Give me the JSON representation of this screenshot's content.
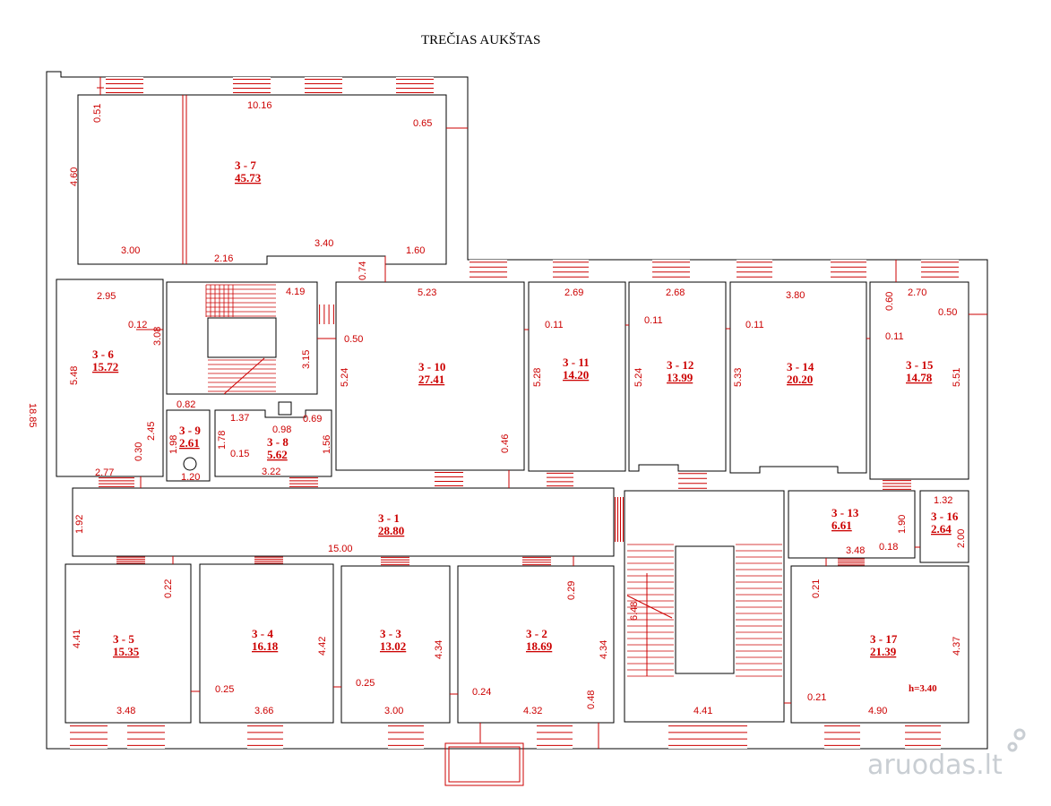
{
  "title": "TREČIAS AUKŠTAS",
  "watermark": "aruodas.lt",
  "height_note": "h=3.40",
  "colors": {
    "walls": "#000000",
    "dimensions": "#cc0000",
    "watermark": "#c9ced3"
  },
  "rooms": [
    {
      "id": "3 - 1",
      "area": "28.80"
    },
    {
      "id": "3 - 2",
      "area": "18.69"
    },
    {
      "id": "3 - 3",
      "area": "13.02"
    },
    {
      "id": "3 - 4",
      "area": "16.18"
    },
    {
      "id": "3 - 5",
      "area": "15.35"
    },
    {
      "id": "3 - 6",
      "area": "15.72"
    },
    {
      "id": "3 - 7",
      "area": "45.73"
    },
    {
      "id": "3 - 8",
      "area": "5.62"
    },
    {
      "id": "3 - 9",
      "area": "2.61"
    },
    {
      "id": "3 - 10",
      "area": "27.41"
    },
    {
      "id": "3 - 11",
      "area": "14.20"
    },
    {
      "id": "3 - 12",
      "area": "13.99"
    },
    {
      "id": "3 - 13",
      "area": "6.61"
    },
    {
      "id": "3 - 14",
      "area": "20.20"
    },
    {
      "id": "3 - 15",
      "area": "14.78"
    },
    {
      "id": "3 - 16",
      "area": "2.64"
    },
    {
      "id": "3 - 17",
      "area": "21.39"
    }
  ],
  "dims": {
    "r7_width": "10.16",
    "r7_top": "0.51",
    "r7_right": "0.65",
    "r7_height": "4.60",
    "r7_b1": "3.00",
    "r7_b2": "2.16",
    "r7_b3": "3.40",
    "r7_b4": "1.60",
    "r7_gap": "0.74",
    "r6_width": "2.95",
    "r6_wall": "0.12",
    "r6_height": "5.48",
    "r6_door": "2.45",
    "r6_door2": "0.30",
    "r6_bottom": "2.77",
    "stair_top": "4.19",
    "stair_side": "3.08",
    "stair_side2": "3.15",
    "r9_w": "0.82",
    "r9_h": "1.98",
    "r9_b": "1.20",
    "r8_w1": "1.37",
    "r8_w2": "0.98",
    "r8_w3": "0.69",
    "r8_h1": "1.78",
    "r8_h2": "1.56",
    "r8_b1": "0.15",
    "r8_b2": "3.22",
    "r10_w": "5.23",
    "r10_wall": "0.50",
    "r10_h": "5.24",
    "r10_door": "0.46",
    "r11_w": "2.69",
    "r11_wall": "0.11",
    "r11_h": "5.28",
    "r12_w": "2.68",
    "r12_wall": "0.11",
    "r12_h": "5.24",
    "r14_w": "3.80",
    "r14_wall": "0.11",
    "r14_h": "5.33",
    "r15_top": "0.60",
    "r15_w": "2.70",
    "r15_right": "0.50",
    "r15_wall": "0.11",
    "r15_h": "5.51",
    "r1_h": "1.92",
    "r1_w": "15.00",
    "total_h": "18.85",
    "r13_h": "1.90",
    "r13_w": "3.48",
    "r13_b": "0.18",
    "r16_w": "1.32",
    "r16_h": "2.00",
    "r5_top": "0.22",
    "r5_h": "4.41",
    "r5_wall": "0.25",
    "r5_w": "3.48",
    "r4_h": "4.42",
    "r4_wall": "0.25",
    "r4_w": "3.66",
    "r3_h": "4.34",
    "r3_wall": "0.24",
    "r3_w": "3.00",
    "r2_top": "0.29",
    "r2_h": "4.34",
    "r2_w": "4.32",
    "r2_door": "0.48",
    "stair2_h": "6.48",
    "stair2_w": "4.41",
    "r17_top": "0.21",
    "r17_h": "4.37",
    "r17_wall": "0.21",
    "r17_w": "4.90"
  }
}
